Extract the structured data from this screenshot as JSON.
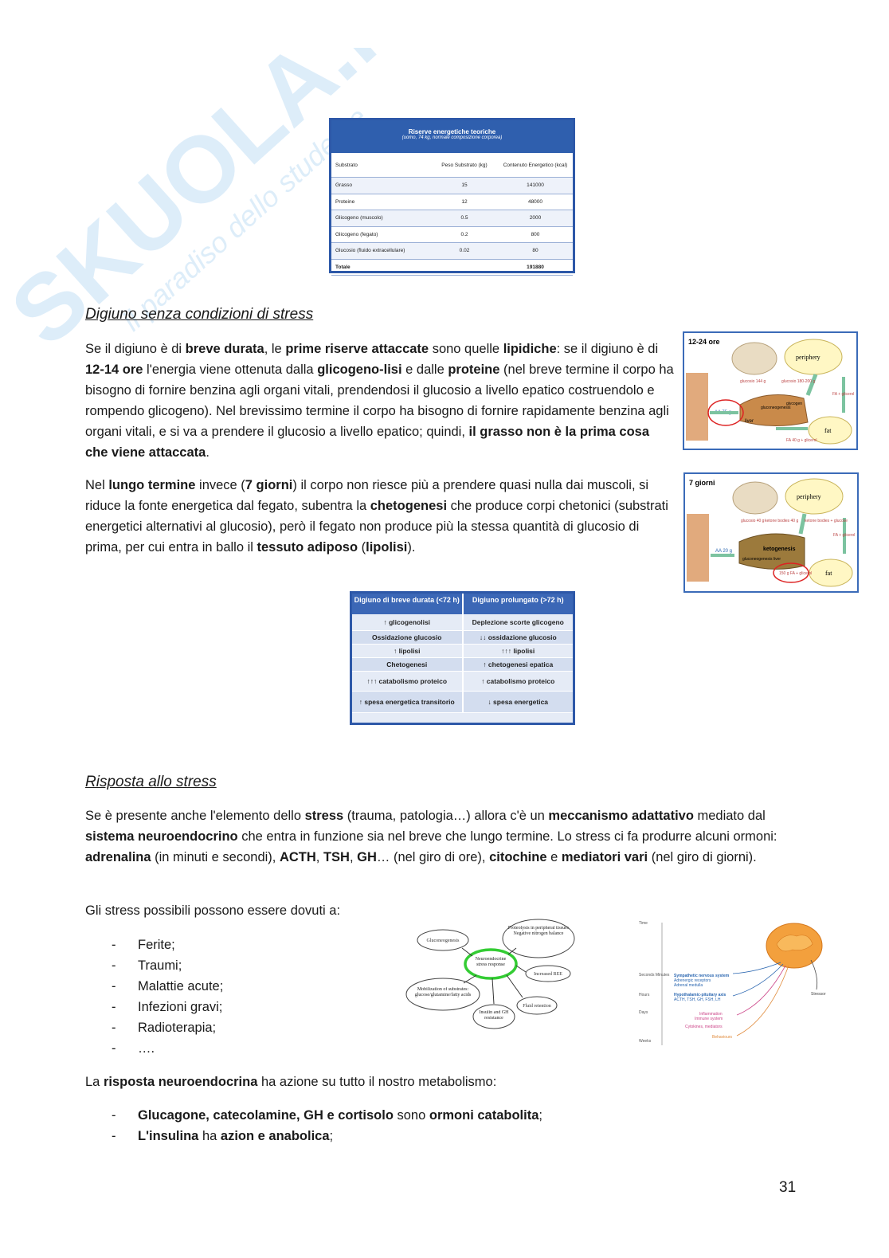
{
  "watermark": {
    "brand": "SKUOLA.net",
    "tagline": "il paradiso dello studente"
  },
  "energy_table": {
    "title": "Riserve energetiche teoriche",
    "subtitle": "(uomo, 74 kg, normale composizione corporea)",
    "headers": [
      "Substrato",
      "Peso Substrato (kg)",
      "Contenuto Energetico (kcal)"
    ],
    "rows": [
      [
        "Grasso",
        "15",
        "141000"
      ],
      [
        "Proteine",
        "12",
        "48000"
      ],
      [
        "Glicogeno (muscolo)",
        "0.5",
        "2000"
      ],
      [
        "Glicogeno (fegato)",
        "0.2",
        "800"
      ],
      [
        "Glucosio (fluido extracellulare)",
        "0.02",
        "80"
      ]
    ],
    "total": [
      "Totale",
      "",
      "191880"
    ]
  },
  "section1": {
    "title": "Digiuno senza condizioni di stress",
    "p1": [
      {
        "t": "Se il digiuno è di "
      },
      {
        "t": "breve durata",
        "b": true
      },
      {
        "t": ", le "
      },
      {
        "t": "prime riserve attaccate",
        "b": true
      },
      {
        "t": " sono quelle "
      },
      {
        "t": "lipidiche",
        "b": true
      },
      {
        "t": ": se il digiuno è di "
      },
      {
        "t": "12-14 ore",
        "b": true
      },
      {
        "t": " l'energia viene ottenuta dalla "
      },
      {
        "t": "glicogeno-lisi",
        "b": true
      },
      {
        "t": " e dalle "
      },
      {
        "t": "proteine",
        "b": true
      },
      {
        "t": " (nel breve termine il corpo ha bisogno di fornire benzina agli organi vitali, prendendosi il glucosio a livello epatico costruendolo e rompendo glicogeno). Nel brevissimo termine il corpo ha bisogno di fornire rapidamente benzina agli organi vitali, e si va a prendere il glucosio a livello epatico; quindi, "
      },
      {
        "t": "il grasso non è la prima cosa che viene attaccata",
        "b": true
      },
      {
        "t": "."
      }
    ],
    "p2": [
      {
        "t": "Nel "
      },
      {
        "t": "lungo termine",
        "b": true
      },
      {
        "t": " invece ("
      },
      {
        "t": "7 giorni",
        "b": true
      },
      {
        "t": ") il corpo non riesce più a prendere quasi nulla dai muscoli, si riduce la fonte energetica dal fegato, subentra la "
      },
      {
        "t": "chetogenesi",
        "b": true
      },
      {
        "t": " che produce corpi chetonici (substrati energetici alternativi al glucosio), però il fegato non produce più la stessa quantità di glucosio di prima, per cui entra in ballo il "
      },
      {
        "t": "tessuto adiposo",
        "b": true
      },
      {
        "t": " ("
      },
      {
        "t": "lipolisi",
        "b": true
      },
      {
        "t": ")."
      }
    ]
  },
  "fig_short": {
    "label": "12-24 ore",
    "periphery": "periphery",
    "liver": "liver",
    "fat": "fat",
    "aa": "AA 75 g",
    "glucose": "glucosio 144 g",
    "glucose2": "glucosio 180-200 g",
    "glyco": "glycogen",
    "gluconeo": "gluconeogenesis",
    "fa": "FA + glicerol",
    "fa2": "FA 40 g + glicerol"
  },
  "fig_long": {
    "label": "7 giorni",
    "periphery": "periphery",
    "keto": "ketogenesis",
    "fat": "fat",
    "aa": "AA 20 g",
    "glucose": "glucosio 40 g",
    "ketone": "ketone bodies 40 g",
    "gluconeo": "gluconeogenesis liver",
    "ketone2": "ketone bodies + glucose",
    "fa": "FA + glicerol",
    "fa2": "150 g FA + glicerol"
  },
  "compare_table": {
    "headers": [
      "Digiuno di breve durata (<72 h)",
      "Digiuno prolungato (>72 h)"
    ],
    "rows": [
      [
        "↑ glicogenolisi",
        "Deplezione scorte glicogeno"
      ],
      [
        "Ossidazione glucosio",
        "↓↓ ossidazione glucosio"
      ],
      [
        "↑ lipolisi",
        "↑↑↑ lipolisi"
      ],
      [
        "Chetogenesi",
        "↑ chetogenesi epatica"
      ],
      [
        "↑↑↑ catabolismo proteico",
        "↑ catabolismo proteico"
      ],
      [
        "↑ spesa energetica transitorio",
        "↓ spesa energetica"
      ]
    ]
  },
  "section2": {
    "title": "Risposta allo stress",
    "p1": [
      {
        "t": "Se è presente anche l'elemento dello "
      },
      {
        "t": "stress",
        "b": true
      },
      {
        "t": " (trauma, patologia…) allora c'è un "
      },
      {
        "t": "meccanismo adattativo",
        "b": true
      },
      {
        "t": " mediato dal "
      },
      {
        "t": "sistema neuroendocrino",
        "b": true
      },
      {
        "t": " che entra in funzione sia nel breve che lungo termine. Lo stress ci fa produrre alcuni ormoni: "
      },
      {
        "t": "adrenalina",
        "b": true
      },
      {
        "t": " (in minuti e secondi), "
      },
      {
        "t": "ACTH",
        "b": true
      },
      {
        "t": ", "
      },
      {
        "t": "TSH",
        "b": true
      },
      {
        "t": ", "
      },
      {
        "t": "GH",
        "b": true
      },
      {
        "t": "… (nel giro di ore), "
      },
      {
        "t": "citochine",
        "b": true
      },
      {
        "t": " e "
      },
      {
        "t": "mediatori vari",
        "b": true
      },
      {
        "t": " (nel giro di giorni)."
      }
    ],
    "p2": "Gli stress possibili possono essere dovuti a:",
    "list": [
      "Ferite;",
      "Traumi;",
      "Malattie acute;",
      "Infezioni gravi;",
      "Radioterapia;",
      "…."
    ],
    "p3": [
      {
        "t": "La "
      },
      {
        "t": "risposta neuroendocrina",
        "b": true
      },
      {
        "t": " ha azione su tutto il nostro metabolismo:"
      }
    ],
    "list2": [
      [
        {
          "t": "Glucagone, catecolamine, GH e cortisolo",
          "b": true
        },
        {
          "t": " sono "
        },
        {
          "t": "ormoni catabolita",
          "b": true
        },
        {
          "t": ";"
        }
      ],
      [
        {
          "t": "L'insulina",
          "b": true
        },
        {
          "t": " ha "
        },
        {
          "t": "azion  e anabolica",
          "b": true
        },
        {
          "t": ";"
        }
      ]
    ]
  },
  "diagram_neuro": {
    "center": "Neuroendocrine stress response",
    "nodes": [
      "Gluconeogenesis",
      "Proteolysis in peripheral tissues Negative nitrogen balance",
      "Increased REE",
      "Fluid retention",
      "Insulin and GH resistance",
      "Mobilization of substrates: glucose/glutamine/fatty acids"
    ]
  },
  "diagram_time": {
    "axis": [
      "Time",
      "Seconds Minutes",
      "Hours",
      "Days",
      "Weeks"
    ],
    "lines": [
      "Sympathetic nervous system",
      "Adrenergic receptors",
      "Adrenal medulla",
      "Hypothalamic-pituitary axis",
      "ACTH, TSH, GH, FSH, LH",
      "Inflammation",
      "Immune system",
      "Cytokines, mediators",
      "Behaviours"
    ],
    "stressor": "Stressor"
  },
  "page_number": "31"
}
